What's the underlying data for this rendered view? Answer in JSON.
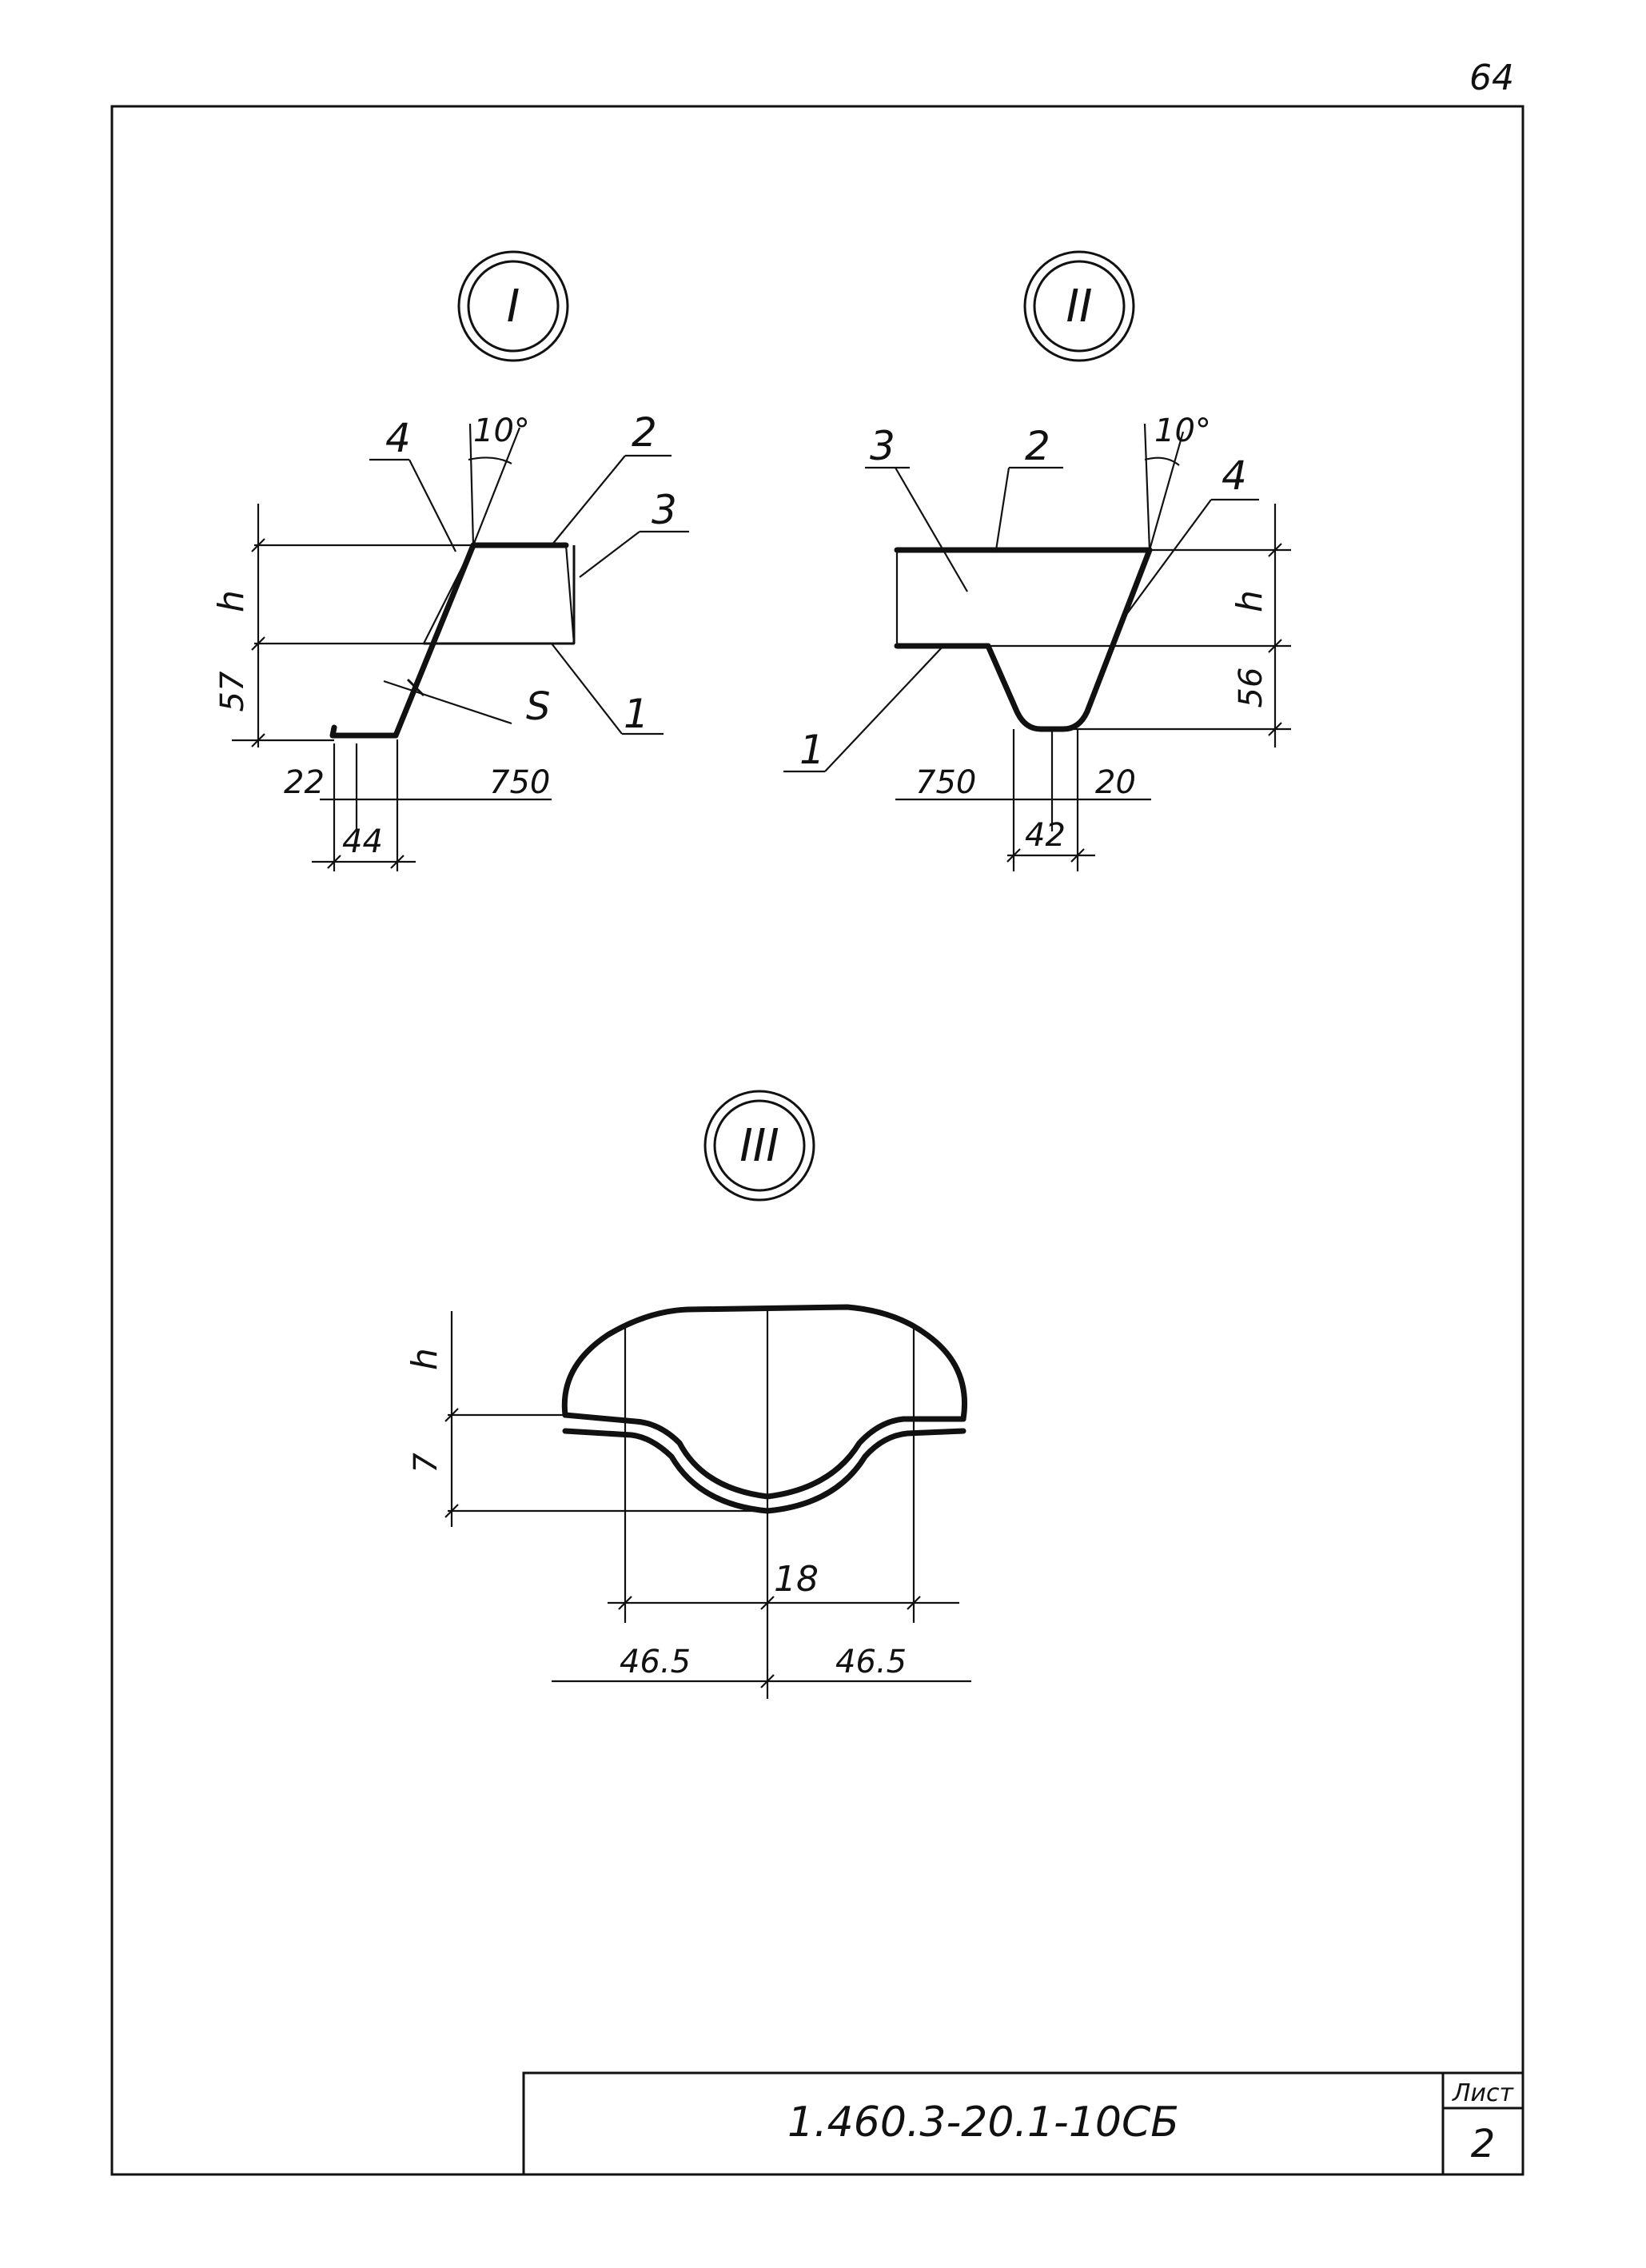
{
  "sheet": {
    "page_number": "64",
    "document_code": "1.460.3-20.1-10СБ",
    "sheet_label": "Лист",
    "sheet_number": "2"
  },
  "detail_I": {
    "marker": "I",
    "angle": "10°",
    "callouts": [
      "4",
      "2",
      "3",
      "1"
    ],
    "dim_height": "h",
    "dim_depth": "57",
    "dim_thickness": "S",
    "dim_left": "22",
    "dim_right": "750",
    "dim_width": "44"
  },
  "detail_II": {
    "marker": "II",
    "angle": "10°",
    "callouts": [
      "3",
      "2",
      "4",
      "1"
    ],
    "dim_height": "h",
    "dim_depth": "56",
    "dim_left": "750",
    "dim_right": "20",
    "dim_width": "42"
  },
  "detail_III": {
    "marker": "III",
    "dim_height": "h",
    "dim_depth": "7",
    "dim_center": "18",
    "dim_left": "46.5",
    "dim_right": "46.5"
  }
}
